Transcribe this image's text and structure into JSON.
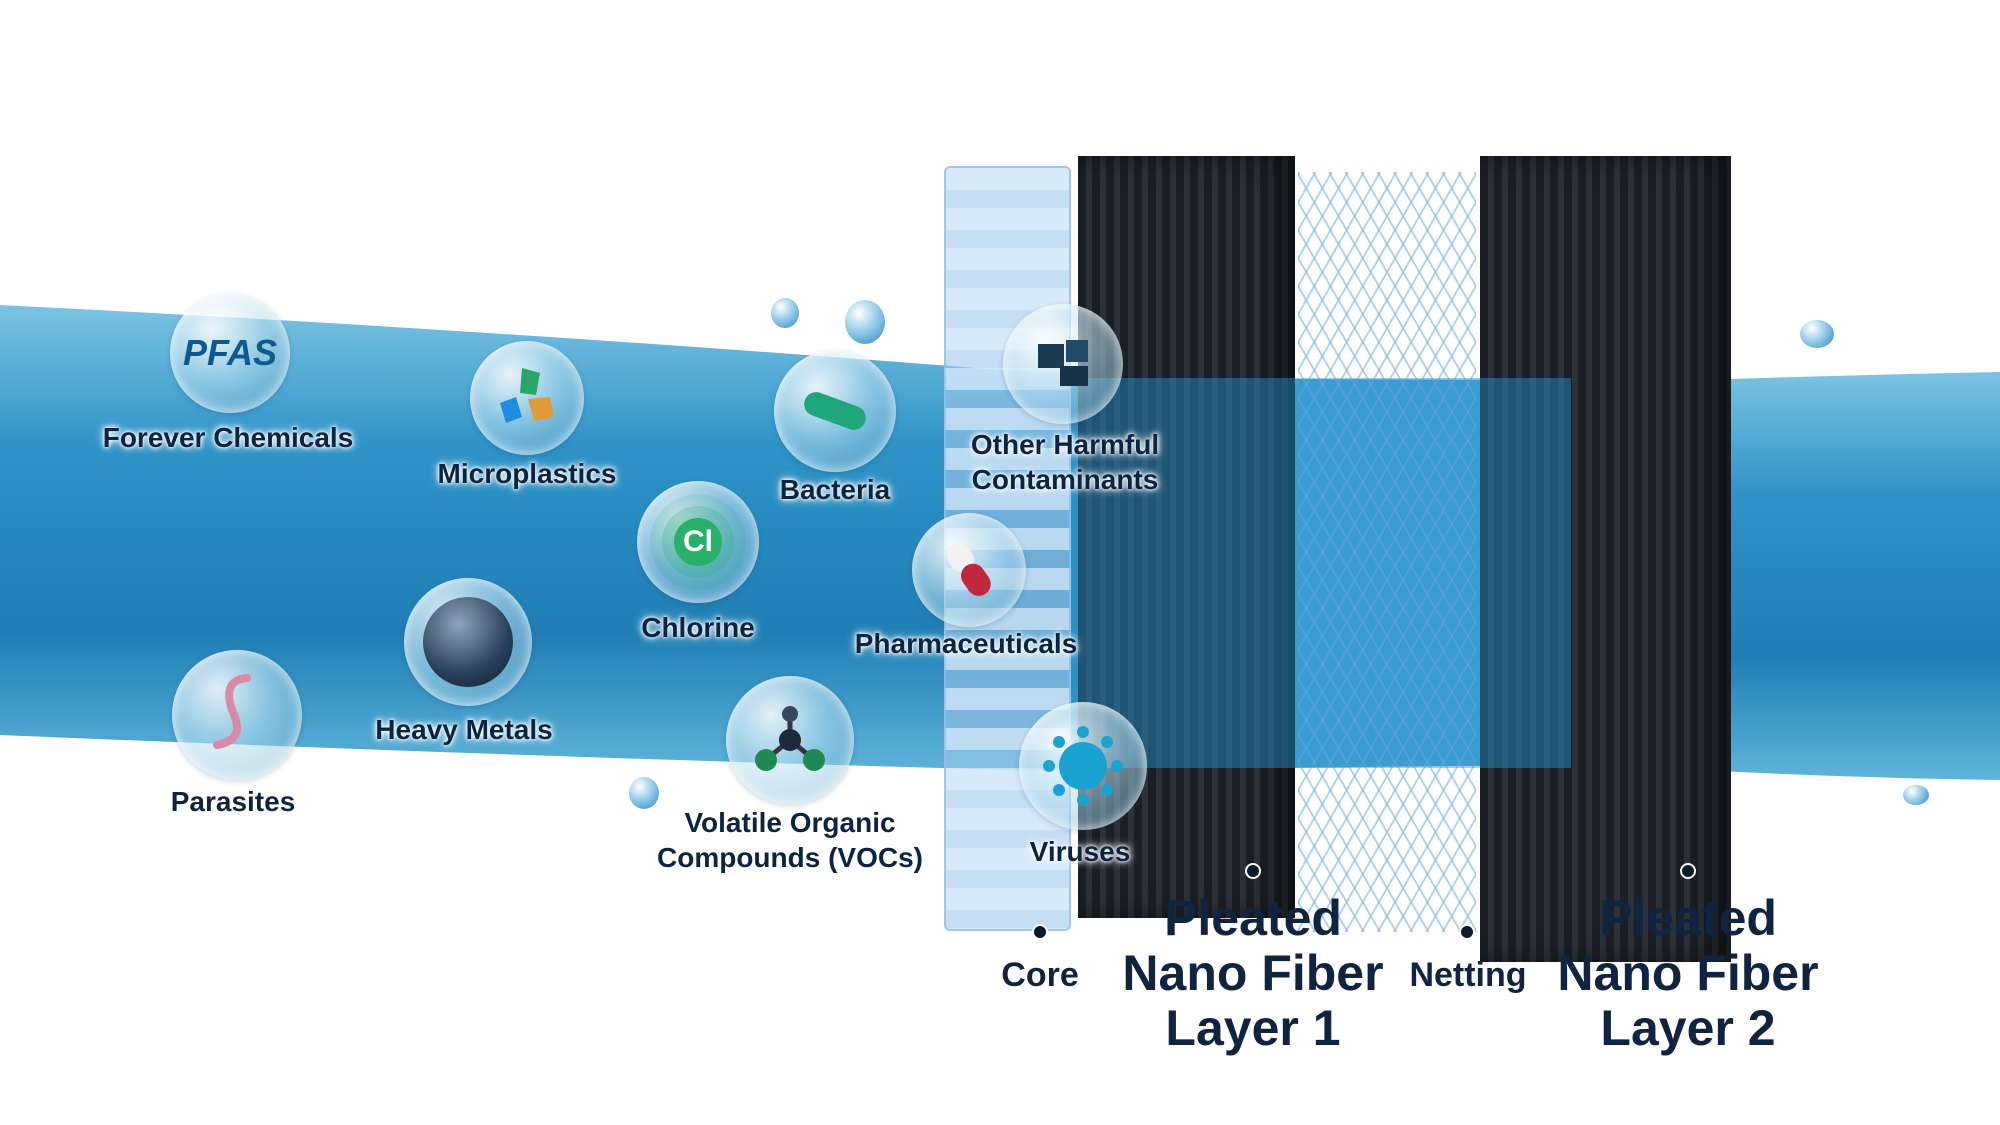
{
  "contaminants": [
    {
      "label": "Forever Chemicals",
      "icon": "pfas-text-icon",
      "icon_text": "PFAS"
    },
    {
      "label": "Microplastics",
      "icon": "microplastics-icon"
    },
    {
      "label": "Bacteria",
      "icon": "bacteria-icon"
    },
    {
      "label_lines": [
        "Other Harmful",
        "Contaminants"
      ],
      "icon": "contaminant-cubes-icon"
    },
    {
      "label": "Chlorine",
      "icon": "chlorine-atom-icon",
      "icon_text": "Cl"
    },
    {
      "label": "Pharmaceuticals",
      "icon": "pill-icon"
    },
    {
      "label": "Heavy Metals",
      "icon": "metal-sphere-icon"
    },
    {
      "label": "Parasites",
      "icon": "worm-icon"
    },
    {
      "label_lines": [
        "Volatile Organic",
        "Compounds (VOCs)"
      ],
      "icon": "molecule-icon"
    },
    {
      "label": "Viruses",
      "icon": "virus-icon"
    }
  ],
  "filter_layers": {
    "core": "Core",
    "layer1": [
      "Pleated",
      "Nano Fiber",
      "Layer 1"
    ],
    "netting": "Netting",
    "layer2": [
      "Pleated",
      "Nano Fiber",
      "Layer 2"
    ]
  },
  "colors": {
    "water": "#2a8fc4",
    "label": "#0d2440",
    "filter": "#22272e"
  }
}
